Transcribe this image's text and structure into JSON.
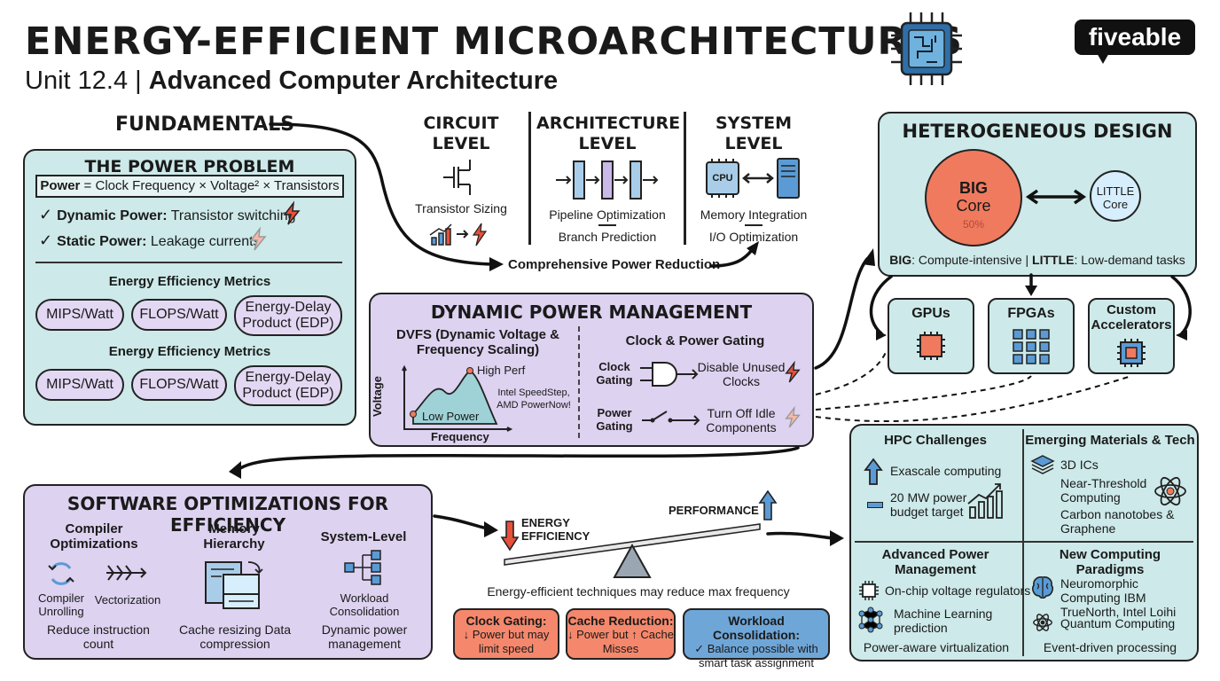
{
  "header": {
    "title": "ENERGY-EFFICIENT MICROARCHITECTURES",
    "subtitle_prefix": "Unit 12.4 | ",
    "subtitle_bold": "Advanced Computer Architecture",
    "brand": "fiveable"
  },
  "fundamentals": {
    "label": "FUNDAMENTALS",
    "power_problem": {
      "title": "THE POWER PROBLEM",
      "formula_bold": "Power",
      "formula_rest": " = Clock Frequency × Voltage² × Transistors",
      "items": [
        {
          "bold": "Dynamic Power:",
          "text": " Transistor switching"
        },
        {
          "bold": "Static Power:",
          "text": " Leakage currents"
        }
      ],
      "metrics_title_1": "Energy Efficiency Metrics",
      "metrics_1": [
        "MIPS/Watt",
        "FLOPS/Watt",
        "Energy-Delay Product (EDP)"
      ],
      "metrics_title_2": "Energy Efficiency Metrics",
      "metrics_2": [
        "MIPS/Watt",
        "FLOPS/Watt",
        "Energy-Delay Product (EDP)"
      ]
    }
  },
  "levels": {
    "circuit": {
      "title": "CIRCUIT LEVEL",
      "item": "Transistor Sizing"
    },
    "architecture": {
      "title": "ARCHITECTURE LEVEL",
      "items": [
        "Pipeline Optimization",
        "Branch Prediction"
      ]
    },
    "system": {
      "title": "SYSTEM LEVEL",
      "cpu": "CPU",
      "items": [
        "Memory Integration",
        "I/O Optimization"
      ]
    },
    "result": "Comprehensive Power Reduction"
  },
  "heterogeneous": {
    "title": "HETEROGENEOUS DESIGN",
    "big_line1": "BIG",
    "big_line2": "Core",
    "big_pct": "50%",
    "little_line1": "LITTLE",
    "little_line2": "Core",
    "caption_big": "BIG",
    "caption_big_text": ": Compute-intensive | ",
    "caption_little": "LITTLE",
    "caption_little_text": ": Low-demand tasks",
    "accelerators": [
      "GPUs",
      "FPGAs",
      "Custom Accelerators"
    ]
  },
  "dpm": {
    "title": "DYNAMIC POWER MANAGEMENT",
    "dvfs_title": "DVFS (Dynamic Voltage & Frequency Scaling)",
    "ylabel": "Voltage",
    "xlabel": "Frequency",
    "high": "High Perf",
    "low": "Low Power",
    "examples": "Intel SpeedStep, AMD PowerNow!",
    "gating_title": "Clock & Power Gating",
    "clock_gating": "Clock Gating",
    "clock_result": "Disable Unused Clocks",
    "power_gating": "Power Gating",
    "power_result": "Turn Off Idle Components"
  },
  "challenges": {
    "hpc": {
      "title": "HPC Challenges",
      "items": [
        "Exascale computing",
        "20 MW power budget target"
      ]
    },
    "materials": {
      "title": "Emerging Materials & Tech",
      "items": [
        "3D ICs",
        "Near-Threshold Computing",
        "Carbon nanotobes & Graphene"
      ]
    },
    "apm": {
      "title": "Advanced Power Management",
      "items": [
        "On-chip voltage regulators",
        "Machine Learning prediction",
        "Power-aware virtualization"
      ]
    },
    "paradigms": {
      "title": "New Computing Paradigms",
      "items": [
        "Neuromorphic Computing IBM TrueNorth, Intel Loihi",
        "Quantum Computing",
        "Event-driven processing"
      ]
    }
  },
  "software": {
    "title": "SOFTWARE OPTIMIZATIONS FOR EFFICIENCY",
    "compiler": {
      "title": "Compiler Optimizations",
      "icon1": "Compiler Unrolling",
      "icon2": "Vectorization",
      "desc": "Reduce instruction count"
    },
    "memory": {
      "title": "Memory Hierarchy",
      "desc": "Cache resizing Data compression"
    },
    "system": {
      "title": "System-Level",
      "icon": "Workload Consolidation",
      "desc": "Dynamic power management"
    }
  },
  "tradeoff": {
    "energy": "ENERGY EFFICIENCY",
    "performance": "PERFORMANCE",
    "caption": "Energy-efficient techniques may reduce max frequency",
    "boxes": [
      {
        "title": "Clock Gating:",
        "text": "↓ Power but may limit speed"
      },
      {
        "title": "Cache Reduction:",
        "text": "↓ Power but ↑ Cache Misses"
      },
      {
        "title": "Workload Consolidation:",
        "text": "✓ Balance possible with smart task assignment"
      }
    ]
  },
  "colors": {
    "teal": "#cde9e9",
    "lavender": "#ddd2f0",
    "big_core": "#f07a5e",
    "accent_red": "#e8503a",
    "blue": "#5b9bd5"
  }
}
